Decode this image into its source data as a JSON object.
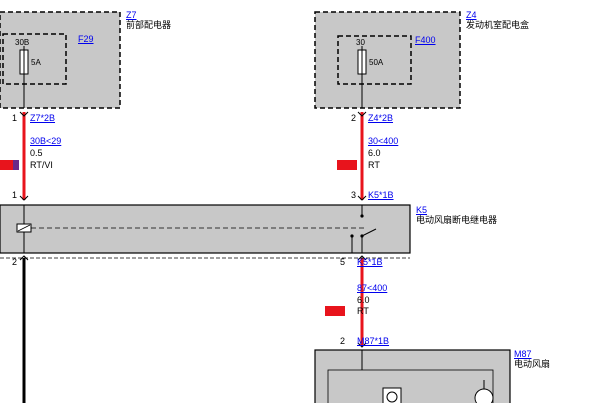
{
  "colors": {
    "wire_red": "#e8141c",
    "wire_black": "#000000",
    "box_fill": "#c8c8c8",
    "link_blue": "#0000ee",
    "swatch_violet": "#6a2a8a"
  },
  "components": {
    "z7": {
      "id": "Z7",
      "name": "前部配电器",
      "fuse_id": "F29",
      "fuse_terminal": "30B",
      "fuse_rating": "5A"
    },
    "z4": {
      "id": "Z4",
      "name": "发动机室配电盒",
      "fuse_id": "F400",
      "fuse_terminal": "30",
      "fuse_rating": "50A"
    },
    "k5": {
      "id": "K5",
      "name": "电动风扇断电继电器"
    },
    "m87": {
      "id": "M87",
      "name": "电动风扇"
    }
  },
  "pins": {
    "z7_out": {
      "num": "1",
      "connector": "Z7*2B"
    },
    "z4_out": {
      "num": "2",
      "connector": "Z4*2B"
    },
    "k5_in1": {
      "num": "1"
    },
    "k5_in3": {
      "num": "3",
      "connector": "K5*1B"
    },
    "k5_out2": {
      "num": "2"
    },
    "k5_out5": {
      "num": "5",
      "connector": "K5*1B"
    },
    "m87_in": {
      "num": "2",
      "connector": "M87*1B"
    }
  },
  "wires": {
    "w1": {
      "signal": "30B<29",
      "gauge": "0.5",
      "color_code": "RT/VI"
    },
    "w2": {
      "signal": "30<400",
      "gauge": "6.0",
      "color_code": "RT"
    },
    "w3": {
      "signal": "87<400",
      "gauge": "6.0",
      "color_code": "RT"
    }
  }
}
